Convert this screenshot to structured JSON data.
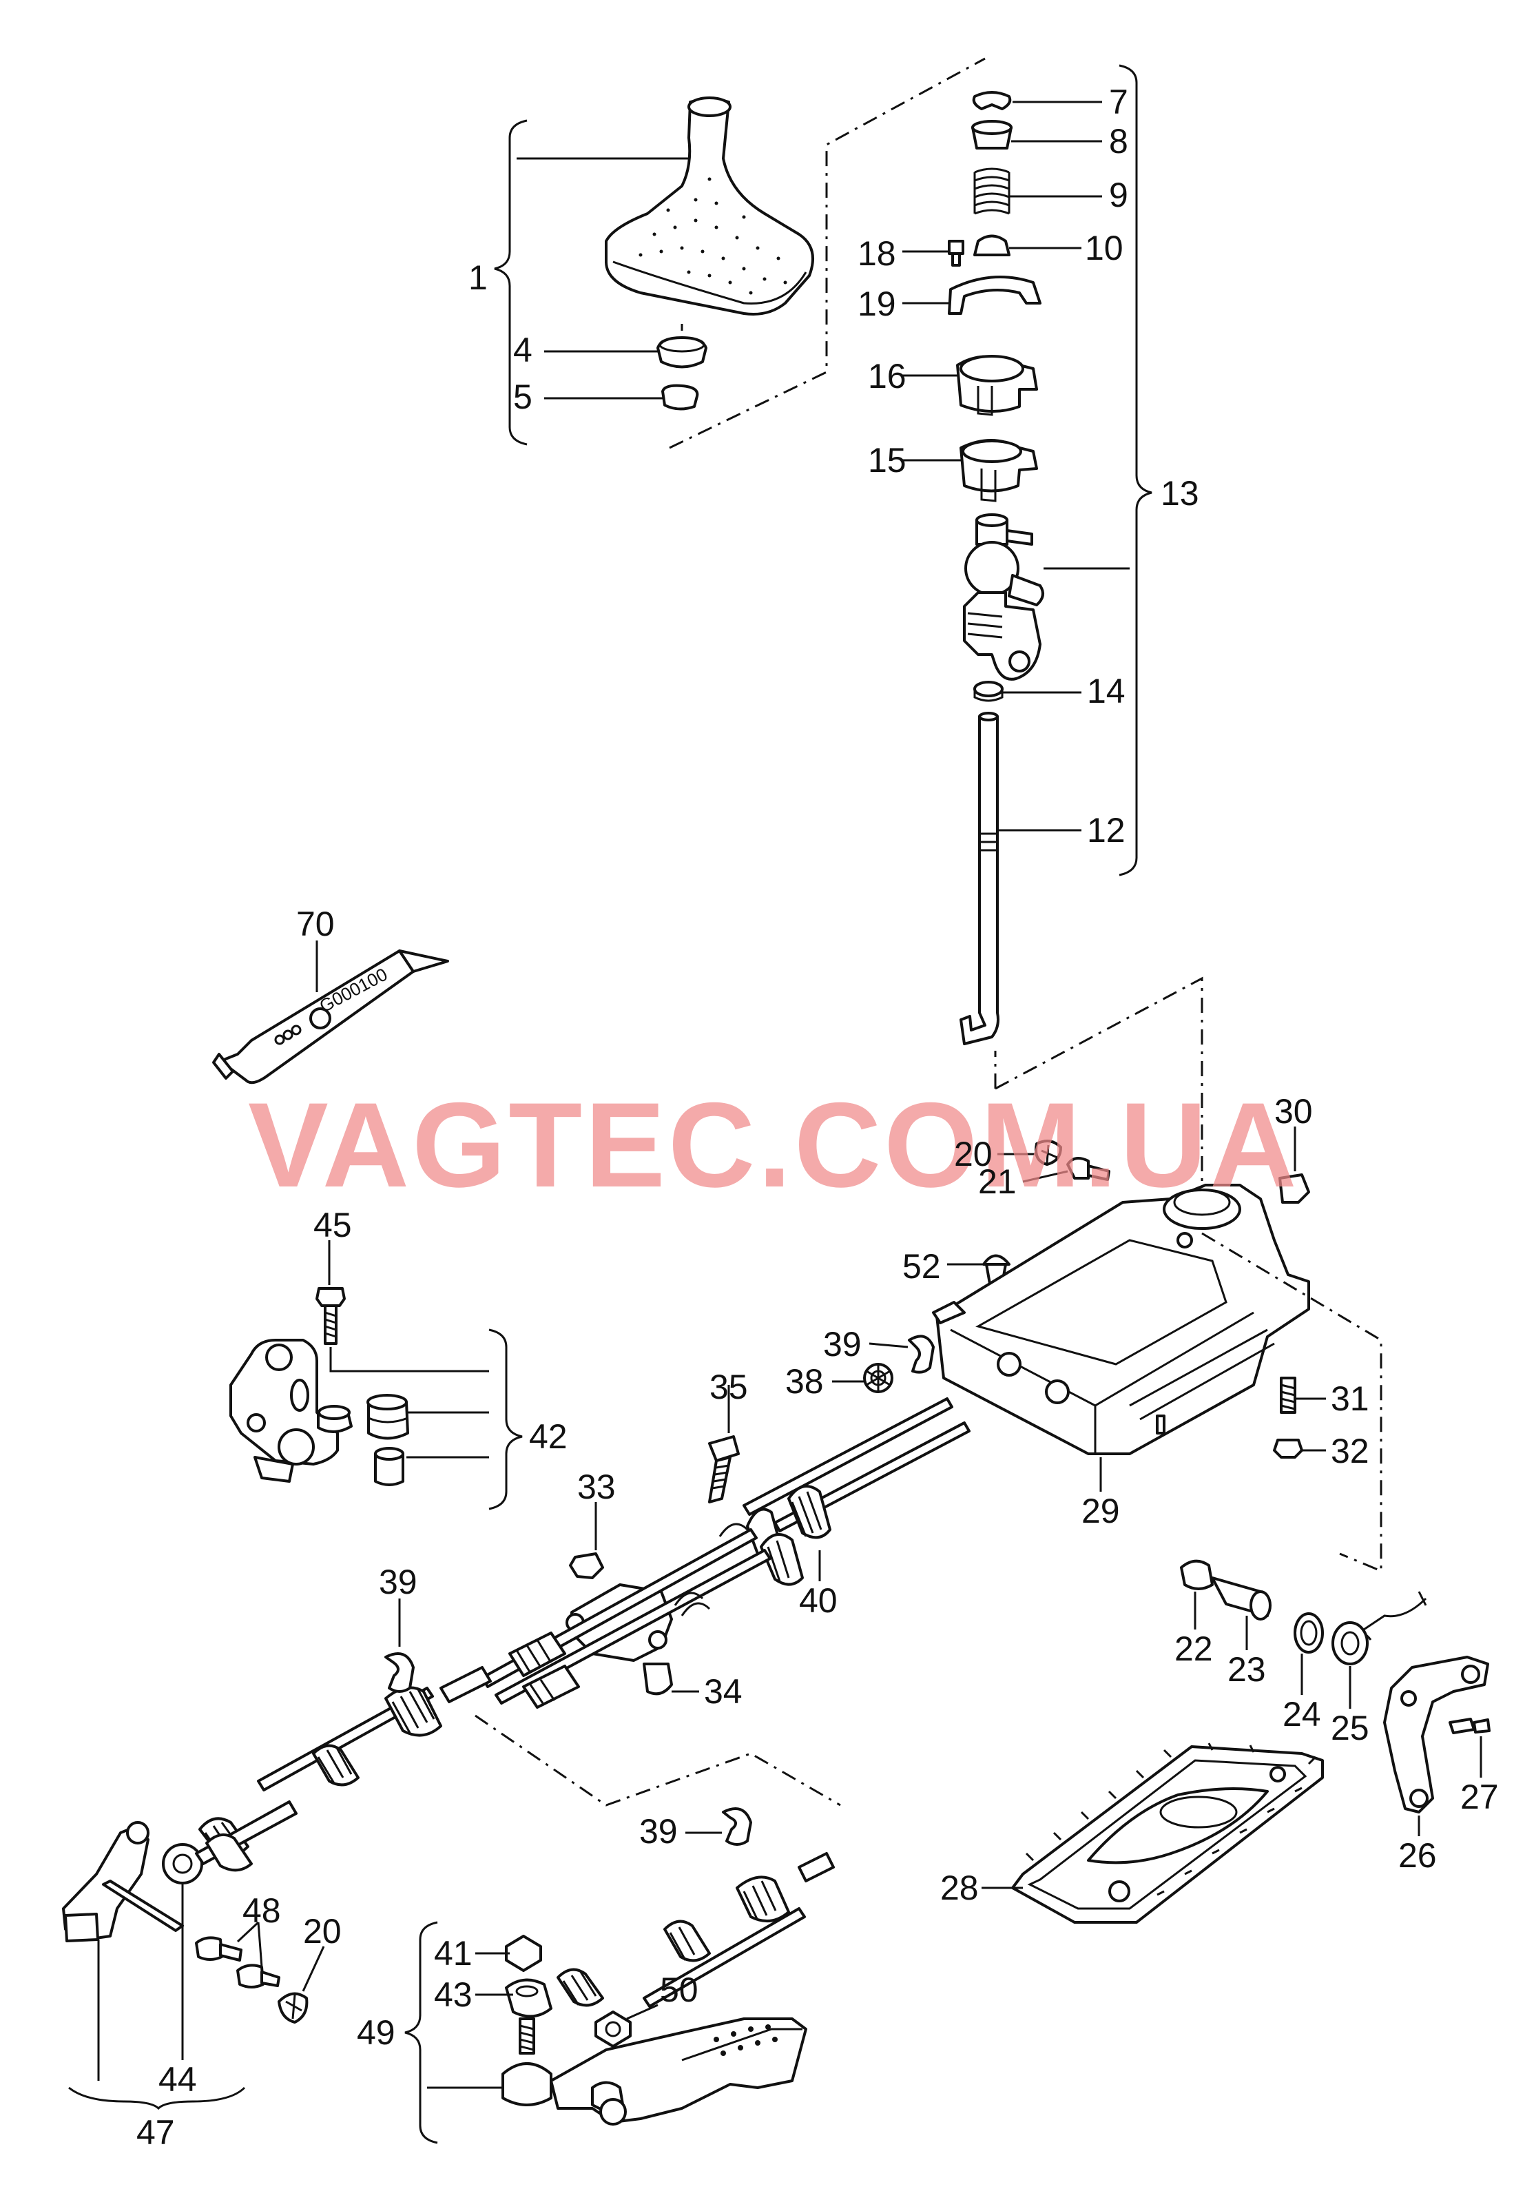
{
  "watermark": "VAGTEC.COM.UA",
  "tube_label": "G000100",
  "callouts": [
    {
      "id": "c1",
      "text": "1"
    },
    {
      "id": "c4",
      "text": "4"
    },
    {
      "id": "c5",
      "text": "5"
    },
    {
      "id": "c7",
      "text": "7"
    },
    {
      "id": "c8",
      "text": "8"
    },
    {
      "id": "c9",
      "text": "9"
    },
    {
      "id": "c10",
      "text": "10"
    },
    {
      "id": "c18",
      "text": "18"
    },
    {
      "id": "c19",
      "text": "19"
    },
    {
      "id": "c16",
      "text": "16"
    },
    {
      "id": "c15",
      "text": "15"
    },
    {
      "id": "c13",
      "text": "13"
    },
    {
      "id": "c14",
      "text": "14"
    },
    {
      "id": "c12",
      "text": "12"
    },
    {
      "id": "c70",
      "text": "70"
    },
    {
      "id": "c30",
      "text": "30"
    },
    {
      "id": "c20a",
      "text": "20"
    },
    {
      "id": "c21",
      "text": "21"
    },
    {
      "id": "c45",
      "text": "45"
    },
    {
      "id": "c52",
      "text": "52"
    },
    {
      "id": "c39a",
      "text": "39"
    },
    {
      "id": "c38",
      "text": "38"
    },
    {
      "id": "c42",
      "text": "42"
    },
    {
      "id": "c35",
      "text": "35"
    },
    {
      "id": "c31",
      "text": "31"
    },
    {
      "id": "c32",
      "text": "32"
    },
    {
      "id": "c33",
      "text": "33"
    },
    {
      "id": "c29",
      "text": "29"
    },
    {
      "id": "c39b",
      "text": "39"
    },
    {
      "id": "c40",
      "text": "40"
    },
    {
      "id": "c22",
      "text": "22"
    },
    {
      "id": "c23",
      "text": "23"
    },
    {
      "id": "c34",
      "text": "34"
    },
    {
      "id": "c24",
      "text": "24"
    },
    {
      "id": "c25",
      "text": "25"
    },
    {
      "id": "c27",
      "text": "27"
    },
    {
      "id": "c39c",
      "text": "39"
    },
    {
      "id": "c26",
      "text": "26"
    },
    {
      "id": "c28",
      "text": "28"
    },
    {
      "id": "c48",
      "text": "48"
    },
    {
      "id": "c20b",
      "text": "20"
    },
    {
      "id": "c41",
      "text": "41"
    },
    {
      "id": "c50",
      "text": "50"
    },
    {
      "id": "c49",
      "text": "49"
    },
    {
      "id": "c43",
      "text": "43"
    },
    {
      "id": "c44",
      "text": "44"
    },
    {
      "id": "c47",
      "text": "47"
    }
  ]
}
